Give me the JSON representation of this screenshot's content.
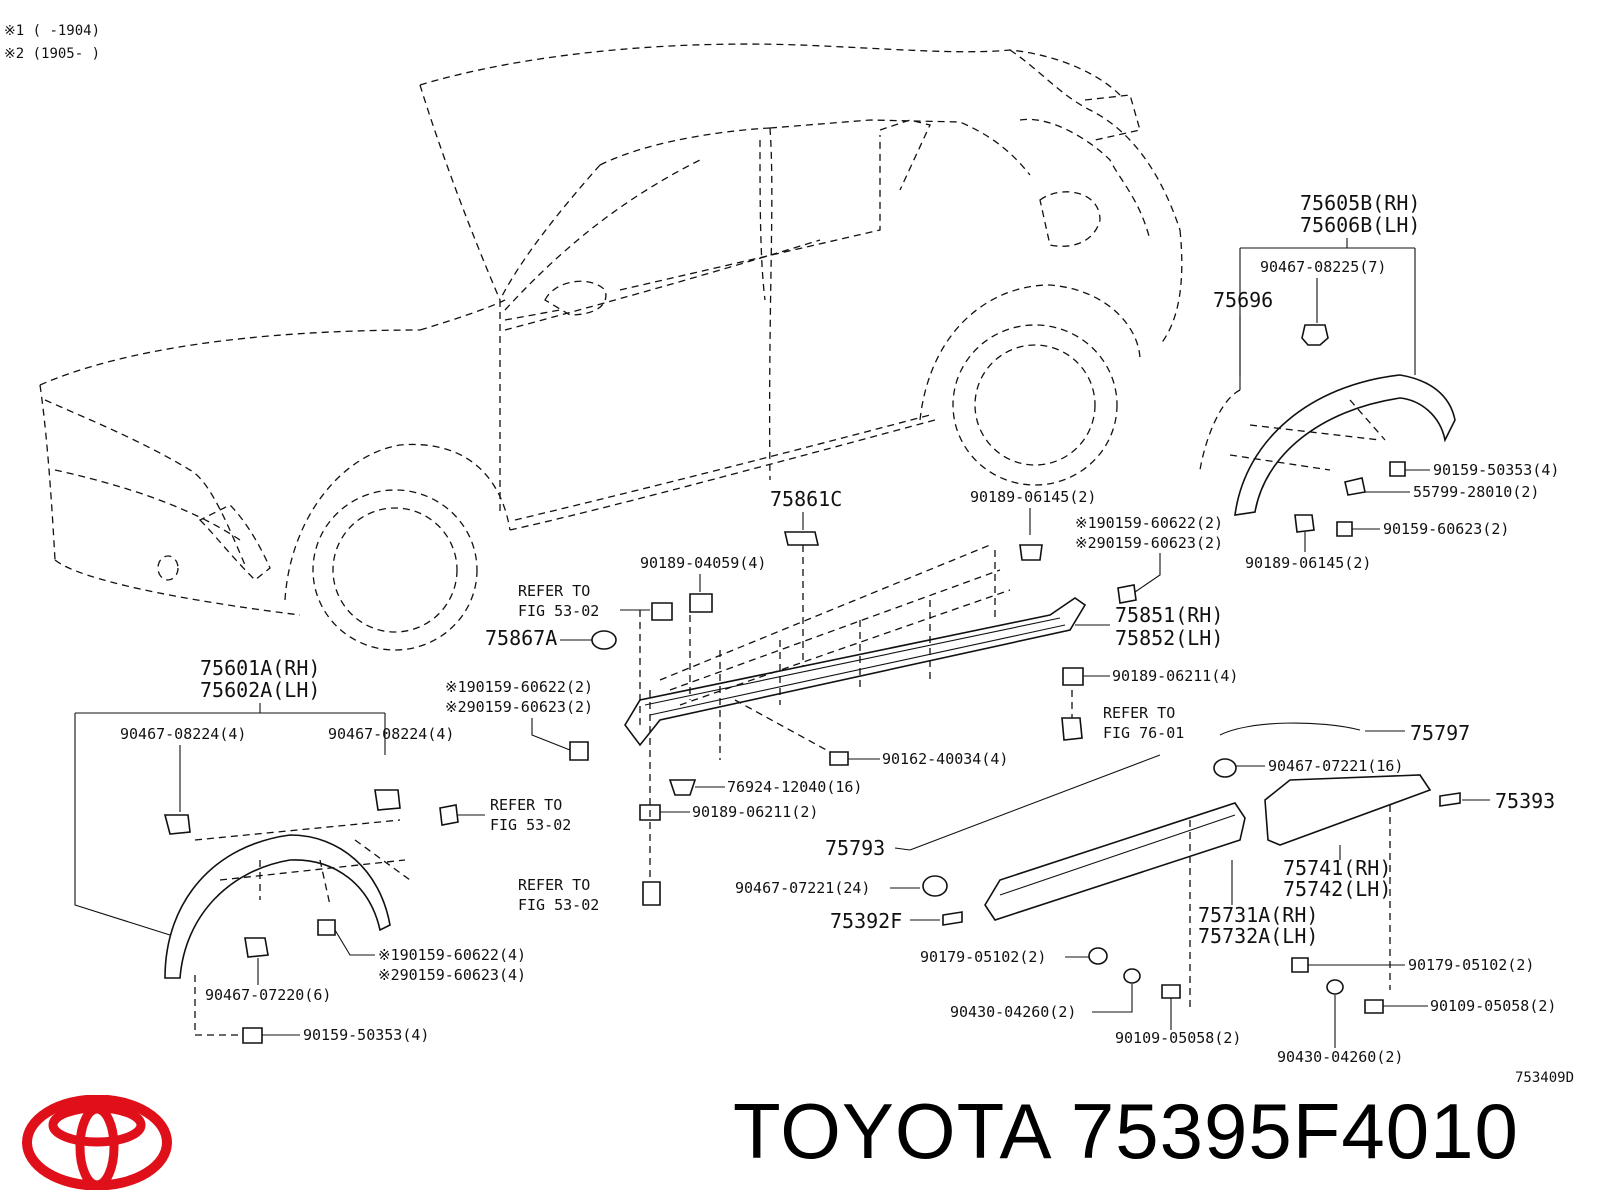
{
  "header_notes": [
    "※1 (      -1904)",
    "※2 (1905-      )"
  ],
  "catalog_code": "753409D",
  "brand_caption": "TOYOTA 75395F4010",
  "brand_color": "#e0101a",
  "callouts": {
    "c75605B": "75605B(RH)",
    "c75606B": "75606B(LH)",
    "c90467_08225": "90467-08225(7)",
    "c75696": "75696",
    "c90159_50353_r": "90159-50353(4)",
    "c55799": "55799-28010(2)",
    "c90159_60623_r": "90159-60623(2)",
    "c90189_06145_r": "90189-06145(2)",
    "c75861C": "75861C",
    "c90189_06145_t": "90189-06145(2)",
    "c190159_60622_t": "※190159-60622(2)",
    "c290159_60623_t": "※290159-60623(2)",
    "c90189_04059": "90189-04059(4)",
    "refer1_a": "REFER TO",
    "refer1_b": "FIG 53-02",
    "c75867A": "75867A",
    "c75851": "75851(RH)",
    "c75852": "75852(LH)",
    "c90189_06211_r": "90189-06211(4)",
    "refer2_a": "REFER TO",
    "refer2_b": "FIG 76-01",
    "c75797": "75797",
    "c75601A": "75601A(RH)",
    "c75602A": "75602A(LH)",
    "c190159_60622_m": "※190159-60622(2)",
    "c290159_60623_m": "※290159-60623(2)",
    "c90467_08224_a": "90467-08224(4)",
    "c90467_08224_b": "90467-08224(4)",
    "c90162": "90162-40034(4)",
    "c90467_07221_16": "90467-07221(16)",
    "c76924": "76924-12040(16)",
    "c75393": "75393",
    "refer3_a": "REFER TO",
    "refer3_b": "FIG 53-02",
    "c90189_06211_m": "90189-06211(2)",
    "c75793": "75793",
    "c75741": "75741(RH)",
    "c75742": "75742(LH)",
    "refer4_a": "REFER TO",
    "refer4_b": "FIG 53-02",
    "c90467_07221_24": "90467-07221(24)",
    "c75392F": "75392F",
    "c75731A": "75731A(RH)",
    "c75732A": "75732A(LH)",
    "c190159_60622_b": "※190159-60622(4)",
    "c290159_60623_b": "※290159-60623(4)",
    "c90179_a": "90179-05102(2)",
    "c90179_b": "90179-05102(2)",
    "c90467_07220": "90467-07220(6)",
    "c90430_a": "90430-04260(2)",
    "c90109_a": "90109-05058(2)",
    "c90109_b": "90109-05058(2)",
    "c90159_50353_b": "90159-50353(4)",
    "c90430_b": "90430-04260(2)"
  }
}
